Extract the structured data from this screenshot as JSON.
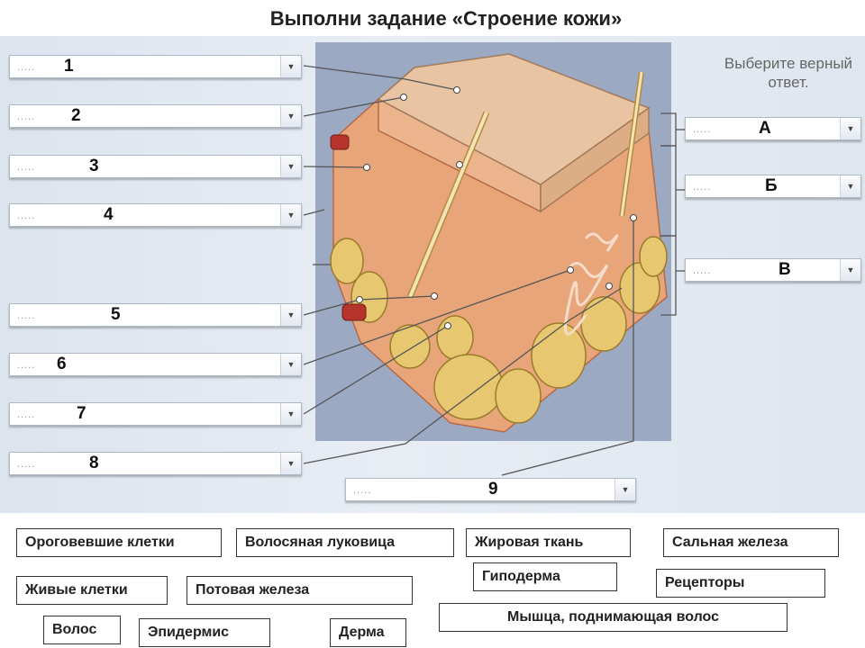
{
  "title": "Выполни задание «Строение кожи»",
  "hint": "Выберите верный ответ.",
  "dropdown_placeholder": ".....",
  "left_dropdowns": [
    {
      "number": "1"
    },
    {
      "number": "2"
    },
    {
      "number": "3"
    },
    {
      "number": "4"
    },
    {
      "number": "5"
    },
    {
      "number": "6"
    },
    {
      "number": "7"
    },
    {
      "number": "8"
    }
  ],
  "bottom_dropdown": {
    "number": "9"
  },
  "right_dropdowns": [
    {
      "letter": "А"
    },
    {
      "letter": "Б"
    },
    {
      "letter": "В"
    }
  ],
  "terms": [
    "Ороговевшие клетки",
    "Волосяная луковица",
    "Жировая ткань",
    "Сальная железа",
    "Гиподерма",
    "Живые клетки",
    "Потовая железа",
    "Рецепторы",
    "Мышца, поднимающая волос",
    "Волос",
    "Эпидермис",
    "Дерма"
  ],
  "colors": {
    "skin_outer": "#e8c4a2",
    "dermis": "#e9a57a",
    "fat": "#e7c870",
    "diagram_bg": "#9ba9c3"
  }
}
